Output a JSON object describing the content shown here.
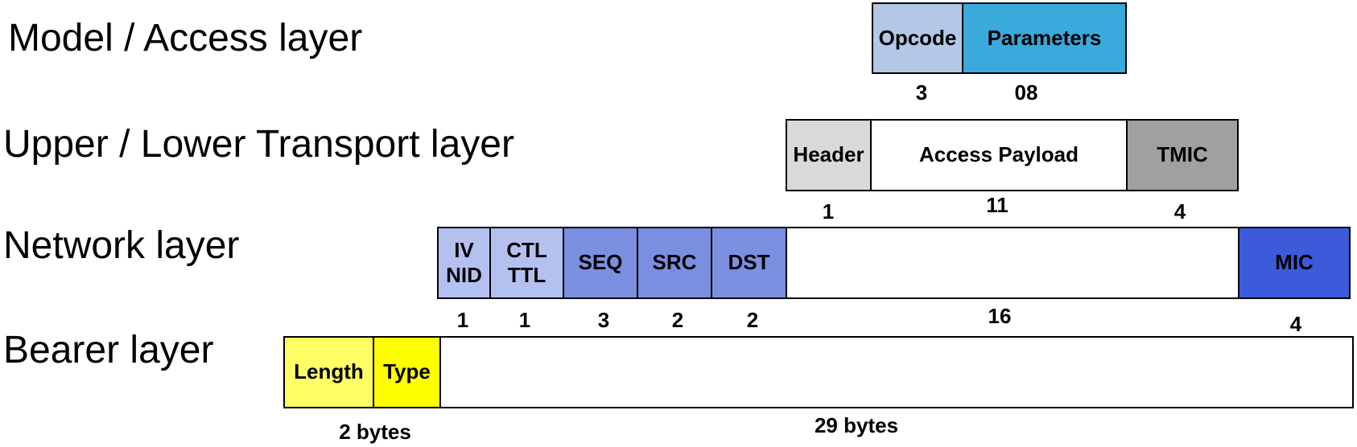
{
  "layers": {
    "model": {
      "label": "Model / Access layer",
      "fields": [
        {
          "label": "Opcode",
          "color": "#b4c7e7"
        },
        {
          "label": "Parameters",
          "color": "#3aa9dc"
        }
      ],
      "sizes": [
        "3",
        "08"
      ]
    },
    "transport": {
      "label": "Upper / Lower Transport layer",
      "fields": [
        {
          "label": "Header",
          "color": "#d9d9d9"
        },
        {
          "label": "Access Payload",
          "color": "#ffffff"
        },
        {
          "label": "TMIC",
          "color": "#a0a0a0"
        }
      ],
      "sizes": [
        "1",
        "11",
        "4"
      ]
    },
    "network": {
      "label": "Network layer",
      "fields": [
        {
          "label": "IV\nNID",
          "color": "#b4c0f0"
        },
        {
          "label": "CTL\nTTL",
          "color": "#b4c0f0"
        },
        {
          "label": "SEQ",
          "color": "#7b8fe0"
        },
        {
          "label": "SRC",
          "color": "#7b8fe0"
        },
        {
          "label": "DST",
          "color": "#7b8fe0"
        },
        {
          "label": "",
          "color": "#ffffff"
        },
        {
          "label": "MIC",
          "color": "#3b5bdb"
        }
      ],
      "sizes": [
        "1",
        "1",
        "3",
        "2",
        "2",
        "16",
        "4"
      ]
    },
    "bearer": {
      "label": "Bearer layer",
      "fields": [
        {
          "label": "Length",
          "color": "#ffff66"
        },
        {
          "label": "Type",
          "color": "#ffff00"
        },
        {
          "label": "",
          "color": "#ffffff"
        }
      ],
      "sizes": [
        "2 bytes",
        "29 bytes"
      ]
    }
  }
}
